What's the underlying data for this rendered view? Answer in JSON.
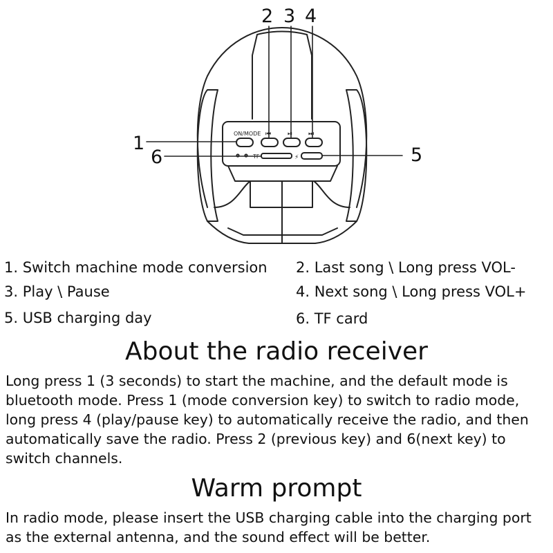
{
  "diagram": {
    "callouts": [
      "1",
      "2",
      "3",
      "4",
      "5",
      "6"
    ],
    "panel_labels": {
      "mode_key": "ON/MODE",
      "tf_slot": "TF"
    }
  },
  "legend": [
    "1. Switch machine mode conversion",
    "2. Last song \\ Long press VOL-",
    "3. Play \\ Pause",
    "4. Next song \\ Long press VOL+",
    "5. USB charging day",
    "6. TF card"
  ],
  "radio_section": {
    "title": "About the radio receiver",
    "body": "Long press 1 (3 seconds) to start the machine, and the default mode is bluetooth mode. Press 1 (mode conversion key) to switch to radio mode, long press 4 (play/pause key) to automatically receive the radio, and then automatically save the radio. Press 2 (previous key) and 6(next key) to switch channels."
  },
  "prompt_section": {
    "title": "Warm prompt",
    "body": "In radio mode, please insert the USB charging cable into the charging port as the external antenna, and the sound effect will be better."
  }
}
